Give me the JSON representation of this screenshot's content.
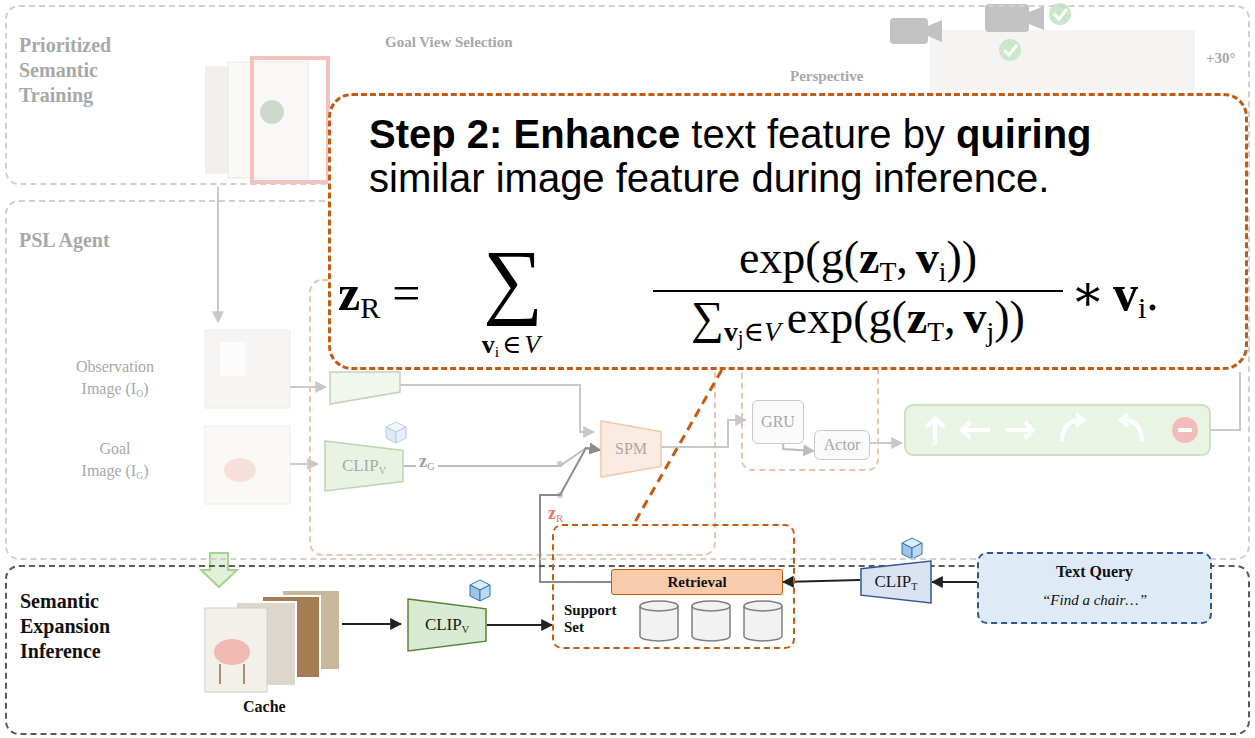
{
  "diagram": {
    "nodes": [
      {
        "text": [
          "Prioritized Semantic Training"
        ]
      },
      {
        "text": [
          "PSL Agent"
        ]
      },
      {
        "text": [
          "CLIP",
          "V"
        ],
        "in": 1
      },
      {
        "text": [
          "SPM"
        ],
        "in": 1
      },
      {
        "text": [
          "GRU"
        ],
        "in": 1
      },
      {
        "text": [
          "Actor"
        ],
        "in": 1
      },
      {
        "text": [
          "Semantic Expansion Inference"
        ]
      },
      {
        "text": [
          "CLIP",
          "V"
        ],
        "in": 6
      },
      {
        "text": [
          "Support Set"
        ],
        "in": 6
      },
      {
        "text": [
          "Retrieval"
        ],
        "in": 8
      },
      {
        "text": [
          "CLIP",
          "T"
        ],
        "in": 6
      },
      {
        "text": [
          "Text Query",
          "“Find a chair…”"
        ],
        "in": 6
      },
      {
        "text": [
          "Step 2: Enhance text feature by quiring similar image feature during inference.",
          "z",
          "R",
          "=",
          "∑",
          "v",
          "i",
          "∈",
          "V",
          "exp(g(",
          "z",
          "T",
          ",",
          "v",
          "i",
          "))",
          "∑",
          "v",
          "j",
          "∈",
          "V",
          "exp(g(",
          "z",
          "T",
          ",",
          "v",
          "j",
          "))",
          "∗",
          "v",
          "i",
          "."
        ]
      }
    ],
    "edges": [
      {
        "from": 2,
        "to": 3,
        "arrow": "to"
      },
      {
        "from": 9,
        "to": 3,
        "arrow": "to"
      },
      {
        "from": 4,
        "to": 5,
        "arrow": "to"
      },
      {
        "from": 7,
        "to": 8,
        "arrow": "to"
      },
      {
        "from": 11,
        "to": 10,
        "arrow": "to"
      },
      {
        "from": 10,
        "to": 9,
        "arrow": "to"
      },
      {
        "from": 12,
        "to": 8,
        "arrow": "none"
      }
    ],
    "labels": [
      "Goal View Selection",
      "Perspective",
      "+30°",
      "Observation",
      "Image (I",
      "O",
      ")",
      "Goal",
      "Image (I",
      "G",
      ")",
      "z",
      "G",
      "z",
      "R",
      "Cache"
    ]
  }
}
